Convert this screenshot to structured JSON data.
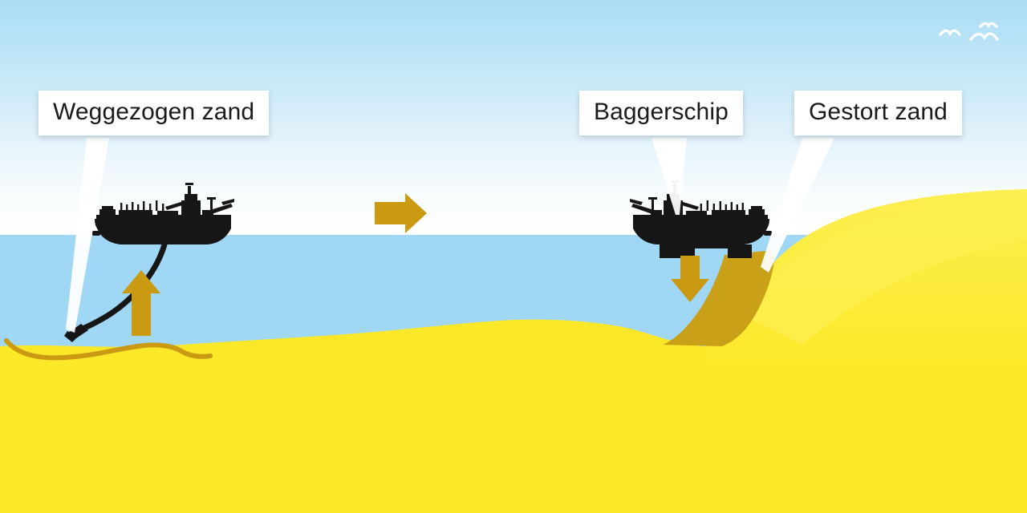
{
  "diagram": {
    "title": "Zandsuppletie / dredging diagram",
    "language": "nl"
  },
  "callouts": [
    {
      "id": "weggezogen-zand",
      "label": "Weggezogen zand"
    },
    {
      "id": "baggerschip",
      "label": "Baggerschip"
    },
    {
      "id": "gestort-zand",
      "label": "Gestort zand"
    }
  ],
  "elements": {
    "left_ship": "dredging-ship-suction",
    "right_ship": "dredging-ship-dumping",
    "suction_pipe": "suction-pipe",
    "suction_head": "suction-head-nozzle",
    "trench_line": "excavated-trench-line",
    "arrow_up": "arrow-up-sand-intake",
    "arrow_right": "arrow-right-transport",
    "arrow_down": "arrow-down-sand-dump",
    "deposited_sand": "deposited-sand-wedge",
    "seabed": "seabed-sand",
    "beach": "beach-slope",
    "water": "sea-water",
    "sky": "sky-gradient",
    "birds": "seagulls"
  },
  "colors": {
    "sky_top": "#a9ddf5",
    "sky_bottom": "#ffffff",
    "water": "#9fd7f4",
    "sand": "#fbe929",
    "sand_light": "#fdee4e",
    "gold": "#c99a12",
    "gold_deposit": "#c9a018",
    "ship": "#161616",
    "callout_bg": "#ffffff",
    "callout_text": "#1a1a1a",
    "pointer": "#ffffff"
  }
}
